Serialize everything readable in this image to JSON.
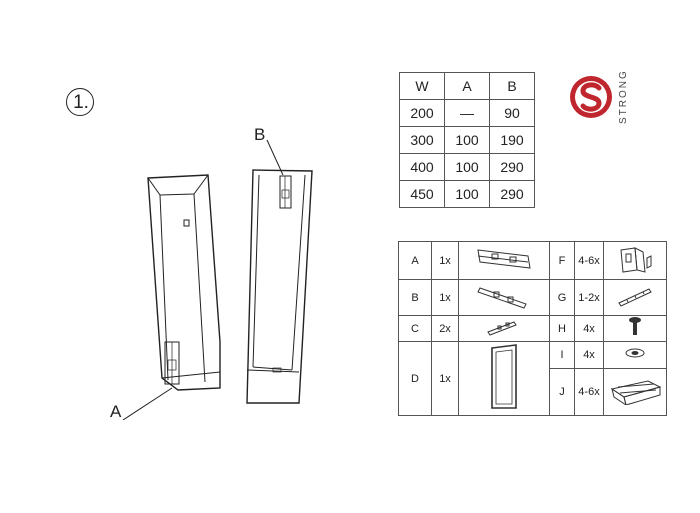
{
  "step": {
    "number": "1."
  },
  "labels": {
    "a": "A",
    "b": "B"
  },
  "brand": {
    "name": "STRONG",
    "color": "#c0262d"
  },
  "dimensions": {
    "headers": [
      "W",
      "A",
      "B"
    ],
    "rows": [
      [
        "200",
        "—",
        "90"
      ],
      [
        "300",
        "100",
        "190"
      ],
      [
        "400",
        "100",
        "290"
      ],
      [
        "450",
        "100",
        "290"
      ]
    ]
  },
  "parts": [
    {
      "left_letter": "A",
      "left_qty": "1x",
      "right_letter": "F",
      "right_qty": "4-6x"
    },
    {
      "left_letter": "B",
      "left_qty": "1x",
      "right_letter": "G",
      "right_qty": "1-2x"
    },
    {
      "left_letter": "C",
      "left_qty": "2x",
      "right_letter": "H",
      "right_qty": "4x"
    },
    {
      "left_letter": "D",
      "left_qty": "1x",
      "right_letter": "I",
      "right_qty": "4x"
    },
    {
      "right_letter": "J",
      "right_qty": "4-6x"
    }
  ]
}
